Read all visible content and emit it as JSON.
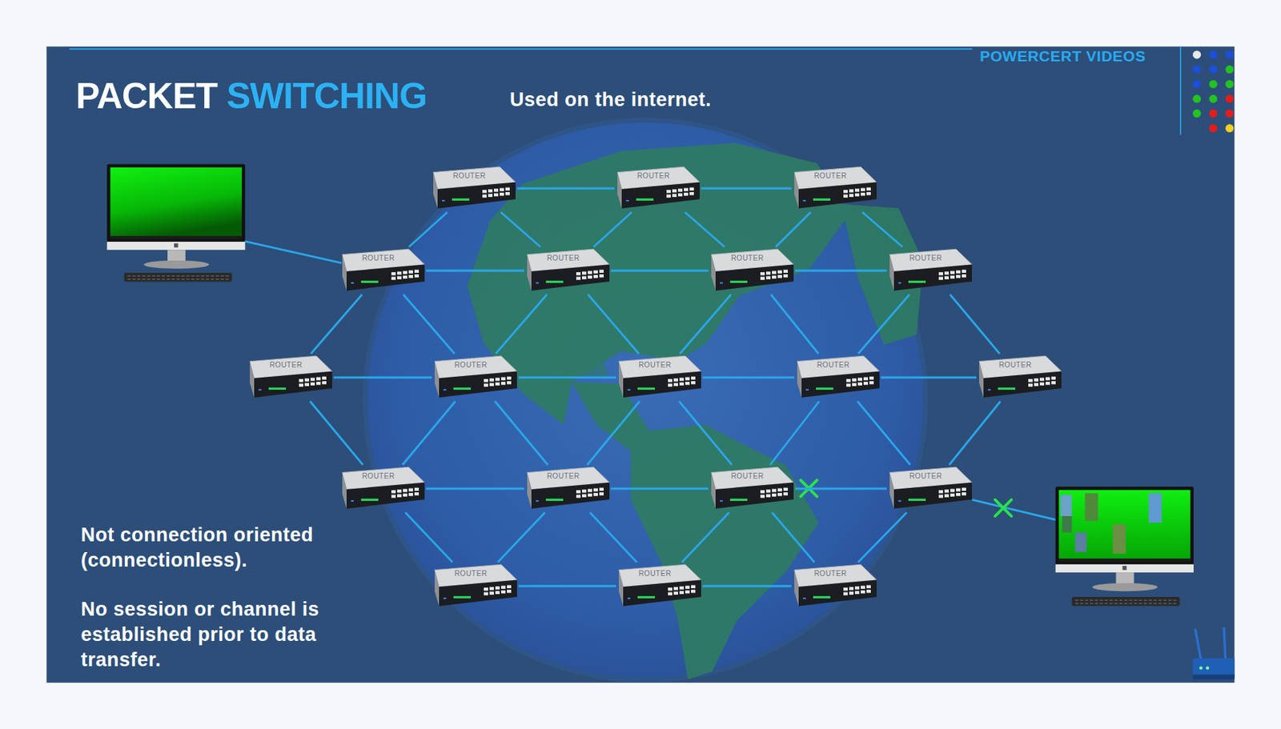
{
  "diagram": {
    "title": "PACKET SWITCHING",
    "nodes": [
      {
        "text": [
          "ROUTER"
        ]
      },
      {
        "text": [
          "ROUTER"
        ]
      },
      {
        "text": [
          "ROUTER"
        ]
      },
      {
        "text": [
          "ROUTER"
        ]
      },
      {
        "text": [
          "ROUTER"
        ]
      },
      {
        "text": [
          "ROUTER"
        ]
      },
      {
        "text": [
          "ROUTER"
        ]
      },
      {
        "text": [
          "ROUTER"
        ]
      },
      {
        "text": [
          "ROUTER"
        ]
      },
      {
        "text": [
          "ROUTER"
        ]
      },
      {
        "text": [
          "ROUTER"
        ]
      },
      {
        "text": [
          "ROUTER"
        ]
      },
      {
        "text": [
          "ROUTER"
        ]
      },
      {
        "text": [
          "ROUTER"
        ]
      },
      {
        "text": [
          "ROUTER"
        ]
      },
      {
        "text": [
          "ROUTER"
        ]
      },
      {
        "text": [
          "ROUTER"
        ]
      },
      {
        "text": [
          "ROUTER"
        ]
      },
      {
        "text": [
          "ROUTER"
        ]
      }
    ],
    "edges": [
      {
        "from": 0,
        "to": 1,
        "arrow": "none"
      },
      {
        "from": 1,
        "to": 2,
        "arrow": "none"
      },
      {
        "from": 3,
        "to": 4,
        "arrow": "none"
      },
      {
        "from": 4,
        "to": 5,
        "arrow": "none"
      },
      {
        "from": 5,
        "to": 6,
        "arrow": "none"
      },
      {
        "from": 7,
        "to": 8,
        "arrow": "none"
      },
      {
        "from": 8,
        "to": 9,
        "arrow": "none"
      },
      {
        "from": 9,
        "to": 10,
        "arrow": "none"
      },
      {
        "from": 10,
        "to": 11,
        "arrow": "none"
      },
      {
        "from": 12,
        "to": 13,
        "arrow": "none"
      },
      {
        "from": 13,
        "to": 14,
        "arrow": "none"
      },
      {
        "from": 14,
        "to": 15,
        "arrow": "none"
      },
      {
        "from": 16,
        "to": 17,
        "arrow": "none"
      },
      {
        "from": 17,
        "to": 18,
        "arrow": "none"
      },
      {
        "from": 0,
        "to": 3,
        "arrow": "none"
      },
      {
        "from": 0,
        "to": 4,
        "arrow": "none"
      },
      {
        "from": 1,
        "to": 4,
        "arrow": "none"
      },
      {
        "from": 1,
        "to": 5,
        "arrow": "none"
      },
      {
        "from": 2,
        "to": 5,
        "arrow": "none"
      },
      {
        "from": 2,
        "to": 6,
        "arrow": "none"
      },
      {
        "from": 3,
        "to": 7,
        "arrow": "none"
      },
      {
        "from": 3,
        "to": 8,
        "arrow": "none"
      },
      {
        "from": 4,
        "to": 8,
        "arrow": "none"
      },
      {
        "from": 4,
        "to": 9,
        "arrow": "none"
      },
      {
        "from": 5,
        "to": 9,
        "arrow": "none"
      },
      {
        "from": 5,
        "to": 10,
        "arrow": "none"
      },
      {
        "from": 6,
        "to": 10,
        "arrow": "none"
      },
      {
        "from": 6,
        "to": 11,
        "arrow": "none"
      },
      {
        "from": 7,
        "to": 12,
        "arrow": "none"
      },
      {
        "from": 8,
        "to": 12,
        "arrow": "none"
      },
      {
        "from": 8,
        "to": 13,
        "arrow": "none"
      },
      {
        "from": 9,
        "to": 13,
        "arrow": "none"
      },
      {
        "from": 9,
        "to": 14,
        "arrow": "none"
      },
      {
        "from": 10,
        "to": 14,
        "arrow": "none"
      },
      {
        "from": 10,
        "to": 15,
        "arrow": "none"
      },
      {
        "from": 11,
        "to": 15,
        "arrow": "none"
      },
      {
        "from": 12,
        "to": 16,
        "arrow": "none"
      },
      {
        "from": 13,
        "to": 16,
        "arrow": "none"
      },
      {
        "from": 13,
        "to": 17,
        "arrow": "none"
      },
      {
        "from": 14,
        "to": 17,
        "arrow": "none"
      },
      {
        "from": 14,
        "to": 18,
        "arrow": "none"
      },
      {
        "from": 15,
        "to": 18,
        "arrow": "none"
      }
    ],
    "labels": [
      "Used on the internet.",
      "POWERCERT VIDEOS",
      "Not connection oriented (connectionless).",
      "No session or channel is established prior to data transfer."
    ]
  }
}
